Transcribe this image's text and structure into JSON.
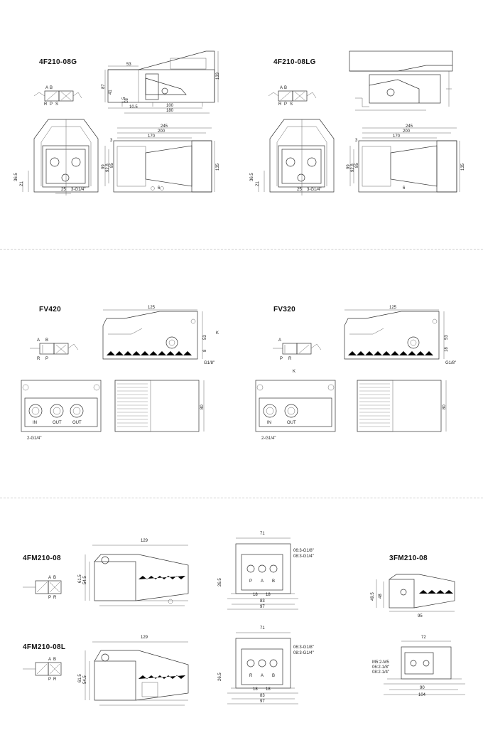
{
  "sections": [
    {
      "id": "s1",
      "left": {
        "model": "4F210-08G",
        "top_dims": [
          "53",
          "133",
          "87",
          "41",
          "18",
          "1.5",
          "10.5",
          "100",
          "180"
        ],
        "bottom_dims": [
          "245",
          "200",
          "170",
          "3",
          "99",
          "92.8",
          "85",
          "135",
          "36.5",
          "21",
          "25",
          "3-G1/4\"",
          "6"
        ],
        "symbol_ports": [
          "A",
          "B",
          "R",
          "P",
          "S"
        ]
      },
      "right": {
        "model": "4F210-08LG",
        "bottom_dims": [
          "245",
          "200",
          "170",
          "3",
          "99",
          "92.8",
          "85",
          "135",
          "36.5",
          "21",
          "25",
          "3-G1/4\"",
          "6"
        ],
        "symbol_ports": [
          "A",
          "B",
          "R",
          "P",
          "S"
        ]
      }
    },
    {
      "id": "s2",
      "left": {
        "model": "FV420",
        "dims": [
          "125",
          "53",
          "8",
          "G1/8\"",
          "80",
          "2-G1/4\"",
          "K",
          "IN",
          "OUT",
          "OUT"
        ],
        "symbol_ports": [
          "A",
          "B",
          "R",
          "P"
        ]
      },
      "right": {
        "model": "FV320",
        "dims": [
          "125",
          "53",
          "18",
          "G1/8\"",
          "80",
          "2-G1/4\"",
          "K",
          "IN",
          "OUT"
        ],
        "symbol_ports": [
          "A",
          "P",
          "R"
        ]
      }
    },
    {
      "id": "s3",
      "a": {
        "model": "4FM210-08",
        "dims": [
          "129",
          "61.5",
          "54.5"
        ],
        "symbol_ports": [
          "A",
          "B",
          "P",
          "R"
        ]
      },
      "b": {
        "model": "4FM210-08L",
        "dims": [
          "129",
          "61.5",
          "54.5"
        ],
        "symbol_ports": [
          "A",
          "B",
          "P",
          "R"
        ]
      },
      "c": {
        "model": "3FM210-08",
        "dims": [
          "49.5",
          "48",
          "95"
        ]
      },
      "front1": {
        "dims": [
          "71",
          "06:3-G1/8\"",
          "08:3-G1/4\"",
          "26.5",
          "18",
          "18",
          "83",
          "97"
        ],
        "ports": [
          "P",
          "A",
          "B"
        ]
      },
      "front2": {
        "dims": [
          "71",
          "06:3-G1/8\"",
          "08:3-G1/4\"",
          "26.5",
          "18",
          "18",
          "83",
          "97"
        ],
        "ports": [
          "R",
          "A",
          "B"
        ]
      },
      "front3": {
        "dims": [
          "72",
          "M5:2-M5",
          "06:2-1/8\"",
          "08:2-1/4\"",
          "90",
          "104"
        ]
      }
    }
  ]
}
